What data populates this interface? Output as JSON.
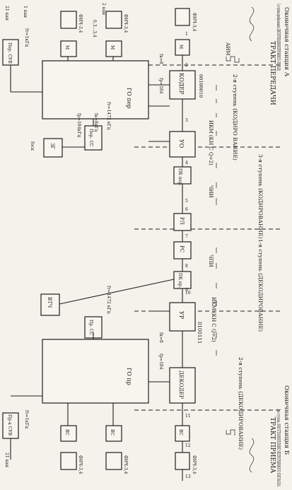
{
  "top_right": {
    "station_a": "Оконечная станция А",
    "tract_tx": "ТРАКТ ПЕРЕДАЧИ",
    "stage1_tx": "1-я ступень преобразования (ДИСКРЕТИЗАЦИЯ НЕПРЕРЫВНОГО СИГНАЛА)",
    "stage2_tx": "2-я ступень (КОДИРО ВАНИЕ)",
    "stage3_tx": "3-я ступень (КОДИРОВАНИЕ)",
    "aim": "АИМ",
    "ikm": "ИКМ (КН С Q=2)",
    "chii": "ЧИИ"
  },
  "bottom_right": {
    "stage1_rx": "1-я ступень (ДЕКОДИРОВАНИЕ)",
    "ikm": "ИКМ (КН С Q=2)",
    "stage2_rx": "2-я ступень (ДЕКОДИРОВАНИЕ)",
    "station_b": "Оконечная станция Б",
    "tract_rx": "ТРАКТ ПРИЕМА",
    "stage3_rx": "3-я ступень (ВОССТАНОВЛЕНИЕ НЕПРЕРЫВНОГО СИГНАЛА)",
    "code_rx": "0100111",
    "chpi": "ЧПИ"
  },
  "blocks": {
    "coder": "КОДЕР",
    "uo": "УО",
    "pk_tx": "ПК пер.",
    "rl": "РЛ",
    "rs": "РС",
    "pk_rx": "ПК пр.",
    "ur": "УР",
    "decoder": "ДЕКОДЕР",
    "go_tx": "ГО пер",
    "go_rx": "ГО пр",
    "zg": "ЗГ",
    "vtch": "ВТЧ",
    "per_ss": "Пер. СС",
    "pr_ss": "Пр. СС",
    "per_suv": "Пер. СУВ",
    "pr_suv": "Пр-к СУВ",
    "m": "М",
    "vs": "ВС",
    "fnch": "ФНЧ-3,4"
  },
  "labels": {
    "code_tx": "00100010",
    "ch1": "1 кан",
    "ch2": "2 кан",
    "ch21": "21 кан",
    "ch21b": "21 кан",
    "band": "0,3...3,4",
    "f_184": "fр=184",
    "f_8": "fк=8",
    "f_1": "fт=1кГц",
    "f_1472": "fт=1472 кГц",
    "f_184k": "fр=184кГц",
    "f_8k": "fк=8кГц",
    "f_osk": "fоск",
    "num_1": "1",
    "num_2": "2",
    "num_3": "3",
    "num_4": "4",
    "num_5": "5",
    "num_6": "6",
    "num_7": "7",
    "num_8": "8",
    "num_9": "9",
    "num_10": "10",
    "num_11": "11",
    "num_12": "12",
    "num_13": "13"
  }
}
